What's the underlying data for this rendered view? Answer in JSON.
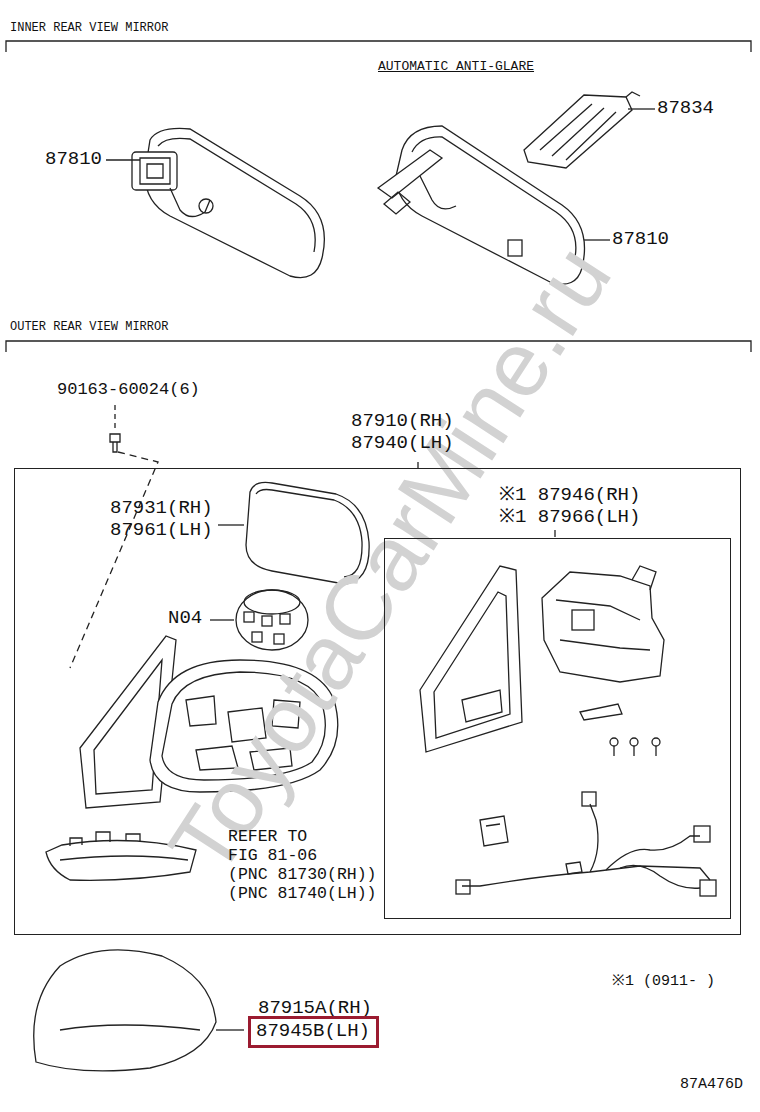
{
  "diagram": {
    "nodes": [
      {
        "text": [
          "87910(RH) 87940(LH)"
        ]
      },
      {
        "text": [
          "※1 87946(RH) ※1 87966(LH)"
        ],
        "in": 0
      },
      {
        "text": [
          "87945B(LH)"
        ]
      }
    ],
    "labels": [
      "INNER REAR VIEW MIRROR",
      "AUTOMATIC ANTI-GLARE",
      "87834",
      "87810",
      "87810",
      "OUTER REAR VIEW MIRROR",
      "90163-60024(6)",
      "87931(RH) 87961(LH)",
      "N04",
      "REFER TO",
      "FIG 81-06",
      "(PNC 81730(RH))",
      "(PNC 81740(LH))",
      "87915A(RH)",
      "※1 (0911-      )",
      "87A476D",
      "ToyotaCarMine.ru"
    ]
  }
}
